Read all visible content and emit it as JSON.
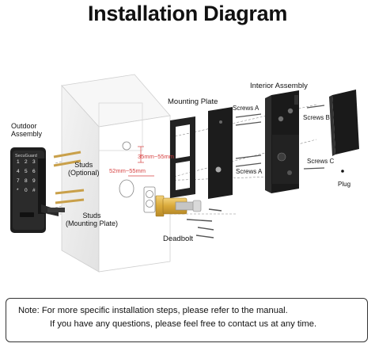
{
  "title": "Installation Diagram",
  "labels": {
    "outdoor_assembly_line1": "Outdoor",
    "outdoor_assembly_line2": "Assembly",
    "studs_optional": "Studs",
    "studs_optional_sub": "(Optional)",
    "studs_mounting": "Studs",
    "studs_mounting_sub": "(Mounting Plate)",
    "mounting_plate": "Mounting Plate",
    "interior_assembly": "Interior Assembly",
    "screws_a_top": "Screws A",
    "screws_a_bottom": "Screws A",
    "screws_b": "Screws B",
    "screws_c": "Screws C",
    "plug": "Plug",
    "deadbolt": "Deadbolt",
    "brand": "SecuGuard",
    "dim_35_55": "35mm~55mm",
    "dim_52_55": "52mm~55mm"
  },
  "keypad": [
    "1",
    "2",
    "3",
    "4",
    "5",
    "6",
    "7",
    "8",
    "9",
    "*",
    "0",
    "#"
  ],
  "note": {
    "line1": "Note: For more specific installation steps, please refer to the manual.",
    "line2": "If you have any questions, please feel free to contact us at any time."
  },
  "colors": {
    "lock_body": "#1e1e1e",
    "door_face": "#ececec",
    "dimension": "#d64040",
    "brass": "#e2b64a"
  }
}
